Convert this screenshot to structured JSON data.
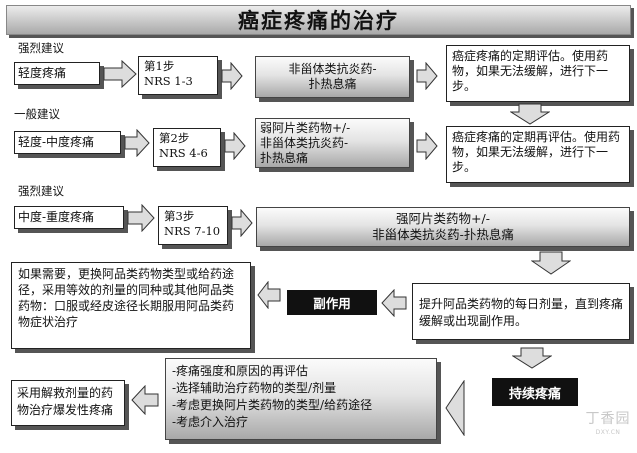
{
  "title": "癌症疼痛的治疗",
  "sections": {
    "strong_1": "强烈建议",
    "general": "一般建议",
    "strong_2": "强烈建议"
  },
  "rows": {
    "mild": {
      "level": "轻度疼痛",
      "step": "第1步",
      "nrs": "NRS 1-3",
      "drug_lines": [
        "非甾体类抗炎药-",
        "扑热息痛"
      ],
      "eval": "癌症疼痛的定期评估。使用药物，如果无法缓解，进行下一步。"
    },
    "moderate": {
      "level": "轻度-中度疼痛",
      "step": "第2步",
      "nrs": "NRS 4-6",
      "drug_lines": [
        "弱阿片类药物+/-",
        "非甾体类抗炎药-",
        "扑热息痛"
      ],
      "eval": "癌症疼痛的定期再评估。使用药物，如果无法缓解，进行下一步。"
    },
    "severe": {
      "level": "中度-重度疼痛",
      "step": "第3步",
      "nrs": "NRS 7-10",
      "drug_lines": [
        "强阿片类药物+/-",
        "非甾体类抗炎药-扑热息痛"
      ]
    }
  },
  "side_effects": {
    "label": "副作用",
    "action": "如果需要，更换阿品类药物类型或给药途径，采用等效的剂量的同种或其他阿品类药物：口服或经皮途径长期服用阿品类药物症状治疗"
  },
  "increase_dose": "提升阿品类药物的每日剂量，直到疼痛缓解或出现副作用。",
  "persistent": {
    "label": "持续疼痛",
    "reassess_lines": [
      "-疼痛强度和原因的再评估",
      "-选择辅助治疗药物的类型/剂量",
      "-考虑更换阿片类药物的类型/给药途径",
      "-考虑介入治疗"
    ],
    "rescue": "采用解救剂量的药物治疗爆发性疼痛"
  },
  "watermark": {
    "main": "丁香园",
    "sub": "DXY.CN"
  }
}
